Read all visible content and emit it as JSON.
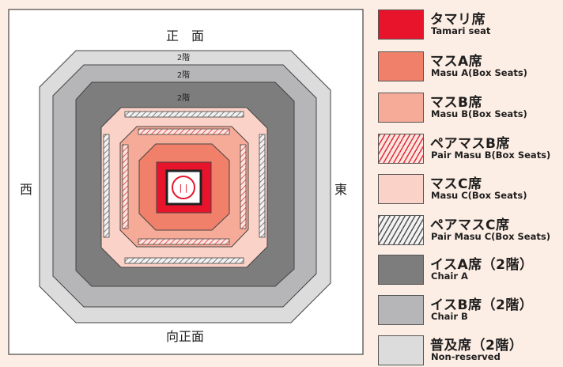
{
  "map": {
    "north_label": "正　面",
    "south_label": "向正面",
    "west_label": "西",
    "east_label": "東",
    "floor_labels": [
      "2階",
      "2階",
      "2階"
    ],
    "ring_mark": "| |"
  },
  "legend": [
    {
      "jp": "タマリ席",
      "en": "Tamari seat",
      "color": "#e8142c",
      "pattern": "solid"
    },
    {
      "jp": "マスA席",
      "en": "Masu A(Box Seats)",
      "color": "#f0806a",
      "pattern": "solid"
    },
    {
      "jp": "マスB席",
      "en": "Masu B(Box Seats)",
      "color": "#f6ab98",
      "pattern": "solid"
    },
    {
      "jp": "ペアマスB席",
      "en": "Pair Masu B(Box Seats)",
      "color": "#fde6df",
      "pattern": "red-hatch"
    },
    {
      "jp": "マスC席",
      "en": "Masu C(Box Seats)",
      "color": "#fbd2c8",
      "pattern": "solid"
    },
    {
      "jp": "ペアマスC席",
      "en": "Pair Masu C(Box Seats)",
      "color": "#f2f2f2",
      "pattern": "gray-hatch"
    },
    {
      "jp": "イスA席（2階）",
      "en": "Chair A",
      "color": "#7d7d7d",
      "pattern": "solid"
    },
    {
      "jp": "イスB席（2階）",
      "en": "Chair B",
      "color": "#b6b6b8",
      "pattern": "solid"
    },
    {
      "jp": "普及席（2階）",
      "en": "Non-reserved",
      "color": "#dcdcdc",
      "pattern": "solid"
    }
  ]
}
